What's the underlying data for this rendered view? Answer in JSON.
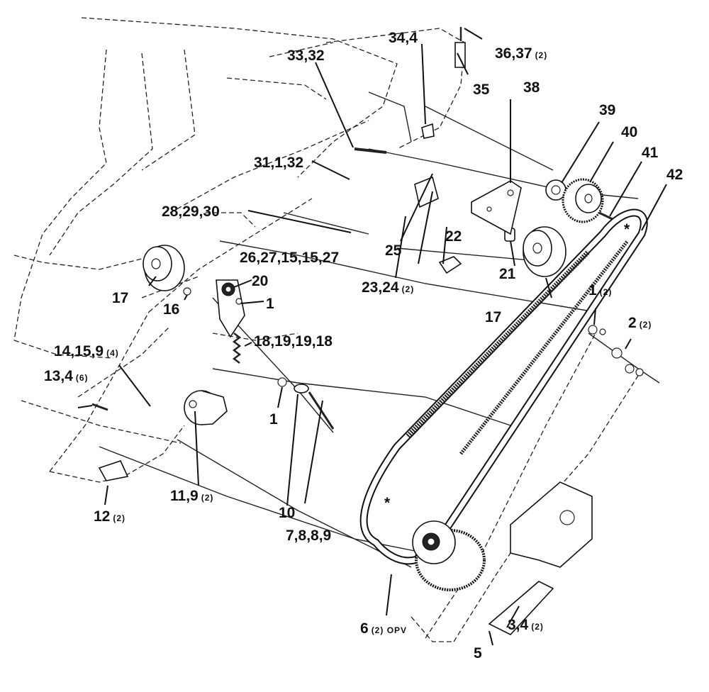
{
  "callouts": [
    {
      "id": "c34-4",
      "main": "34,4",
      "sub": ""
    },
    {
      "id": "c36-37",
      "main": "36,37",
      "sub": "(2)"
    },
    {
      "id": "c33-32",
      "main": "33,32",
      "sub": ""
    },
    {
      "id": "c35",
      "main": "35",
      "sub": ""
    },
    {
      "id": "c38",
      "main": "38",
      "sub": ""
    },
    {
      "id": "c39",
      "main": "39",
      "sub": ""
    },
    {
      "id": "c40",
      "main": "40",
      "sub": ""
    },
    {
      "id": "c41",
      "main": "41",
      "sub": ""
    },
    {
      "id": "c42",
      "main": "42",
      "sub": ""
    },
    {
      "id": "c31-1-32",
      "main": "31,1,32",
      "sub": ""
    },
    {
      "id": "c28-29-30",
      "main": "28,29,30",
      "sub": ""
    },
    {
      "id": "c26-27-15-15-27",
      "main": "26,27,15,15,27",
      "sub": ""
    },
    {
      "id": "c22",
      "main": "22",
      "sub": ""
    },
    {
      "id": "c25",
      "main": "25",
      "sub": ""
    },
    {
      "id": "c23-24",
      "main": "23,24",
      "sub": "(2)"
    },
    {
      "id": "c21",
      "main": "21",
      "sub": ""
    },
    {
      "id": "c17-right",
      "main": "17",
      "sub": ""
    },
    {
      "id": "c20",
      "main": "20",
      "sub": ""
    },
    {
      "id": "c1-upper",
      "main": "1",
      "sub": ""
    },
    {
      "id": "c17-left",
      "main": "17",
      "sub": ""
    },
    {
      "id": "c16",
      "main": "16",
      "sub": ""
    },
    {
      "id": "c1-right",
      "main": "1",
      "sub": "(2)"
    },
    {
      "id": "c2-right",
      "main": "2",
      "sub": "(2)"
    },
    {
      "id": "c18-19-19-18",
      "main": "18,19,19,18",
      "sub": ""
    },
    {
      "id": "c14-15-9",
      "main": "14,15,9",
      "sub": "(4)"
    },
    {
      "id": "c13-4",
      "main": "13,4",
      "sub": "(6)"
    },
    {
      "id": "c1-lower",
      "main": "1",
      "sub": ""
    },
    {
      "id": "c11-9",
      "main": "11,9",
      "sub": "(2)"
    },
    {
      "id": "c10",
      "main": "10",
      "sub": ""
    },
    {
      "id": "c12",
      "main": "12",
      "sub": "(2)"
    },
    {
      "id": "c7-8-8-9",
      "main": "7,8,8,9",
      "sub": ""
    },
    {
      "id": "c6",
      "main": "6",
      "sub": "(2) OPV"
    },
    {
      "id": "c3-4",
      "main": "3,4",
      "sub": "(2)"
    },
    {
      "id": "c5",
      "main": "5",
      "sub": ""
    }
  ],
  "belt_marks": [
    "*",
    "*"
  ]
}
